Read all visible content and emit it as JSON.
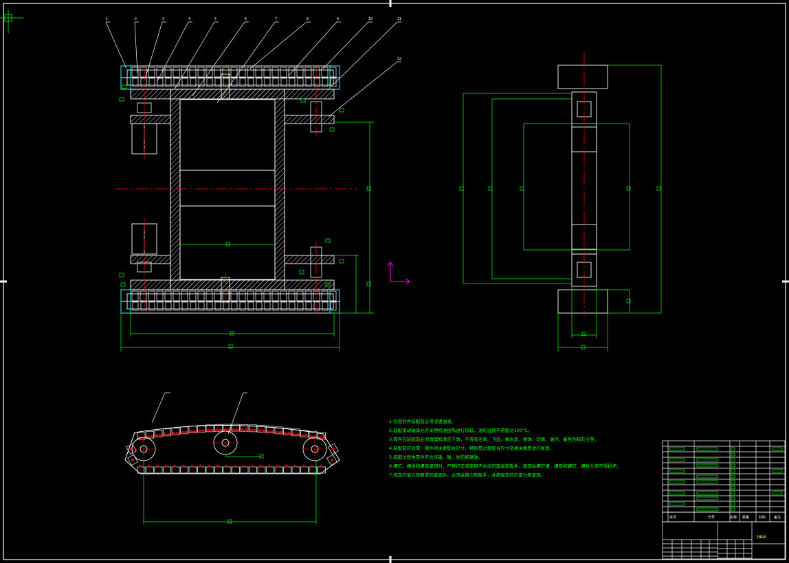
{
  "drawing": {
    "title_block_label": "JN&B",
    "parts_header": [
      "序号",
      "代号",
      "名称",
      "数量",
      "材料",
      "备注"
    ],
    "balloon_labels": [
      "1",
      "2",
      "3",
      "4",
      "5",
      "6",
      "7",
      "8",
      "9",
      "10",
      "11",
      "12"
    ],
    "colors": {
      "background": "#000000",
      "outline": "#ffffff",
      "dimension": "#00ff00",
      "centerline": "#ff0000",
      "section": "#00ffff",
      "ucs": "#ff00ff",
      "text": "#00ff00",
      "title_text": "#ffff00"
    }
  },
  "notes": [
    "1.各密封件装配前必须浸透油液。",
    "2.装配滚动轴承允许采用机油加热进行热装，油的温度不得超过100°C。",
    "3.零件在装配前必须清理和清洗干净，不得有毛刺、飞边、氧化皮、锈蚀、切屑、油污、着色剂和灰尘等。",
    "4.装配前应对零、部件的主要配合尺寸，特别是过盈配合尺寸及相关精度进行复查。",
    "5.装配过程中零件不允许磕、碰、划伤和锈蚀。",
    "6.螺钉、螺栓和螺母紧固时，严禁打击或使用不合适的旋具和扳手，紧固后螺钉槽、螺母和螺钉、螺栓头部不得损坏。",
    "7.规定拧紧力矩要求的紧固件，必须采用力矩扳手，并按规定的拧紧力矩紧固。"
  ]
}
